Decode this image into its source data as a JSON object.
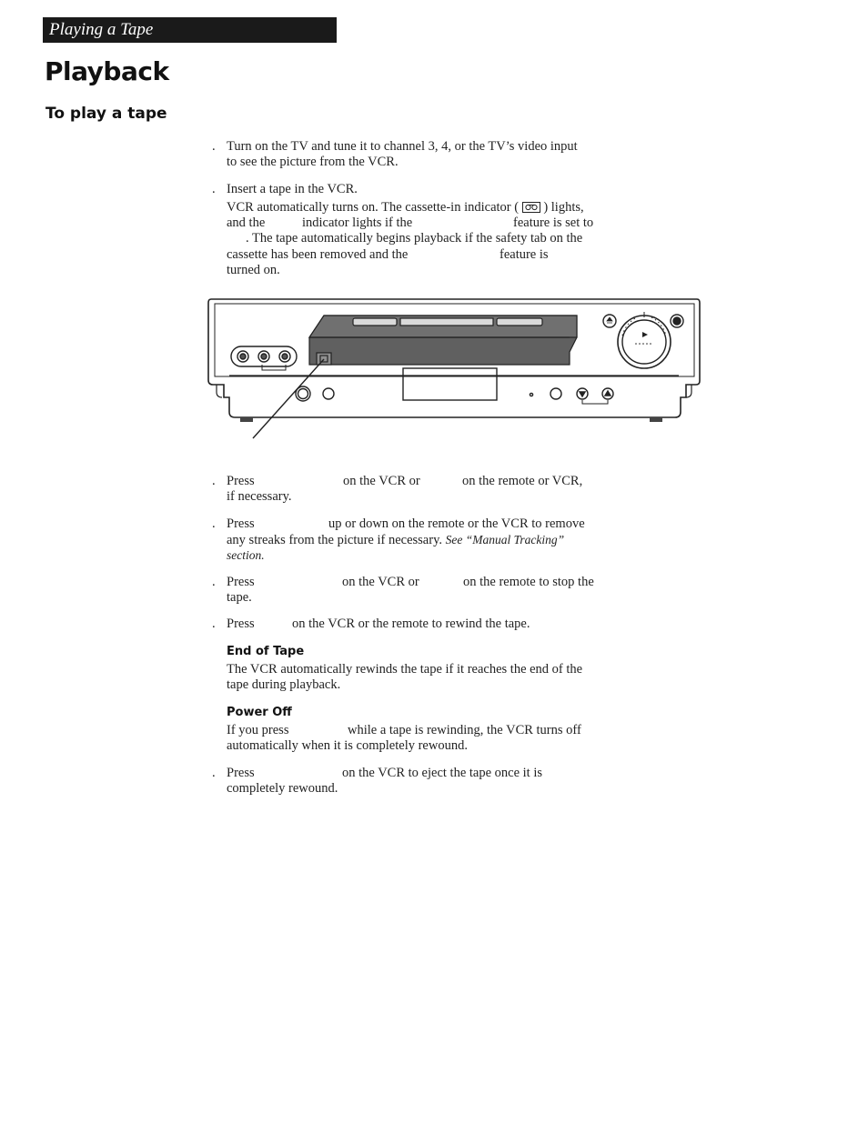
{
  "header": {
    "section": "Playing a Tape"
  },
  "title": "Playback",
  "subtitle": "To play a tape",
  "steps": {
    "s1": {
      "num": ".",
      "lines": [
        "Turn on the TV and tune it to channel 3, 4, or the TV’s video input",
        "to see the picture from the VCR."
      ]
    },
    "s2": {
      "num": ".",
      "line1": "Insert a tape in the VCR.",
      "line2a": "VCR automatically turns on.  The cassette-in indicator (",
      "line2b": ") lights,",
      "line3a": "and the",
      "line3b": "indicator lights if the",
      "line3c": "feature is set to",
      "line4": ".  The tape automatically begins playback if the safety tab on the",
      "line5a": "cassette has been removed and the",
      "line5b": "feature is",
      "line6": "turned on."
    },
    "s3": {
      "num": ".",
      "a": "Press",
      "b": "on the VCR or",
      "c": "on the remote or VCR,",
      "d": "if necessary."
    },
    "s4": {
      "num": ".",
      "a": "Press",
      "b": "up or down on the remote or the VCR to remove",
      "c": "any streaks from the picture if necessary.",
      "c_ref": "See “Manual Tracking”",
      "d_ref": "section."
    },
    "s5": {
      "num": ".",
      "a": "Press",
      "b": "on the VCR or",
      "c": "on the remote to stop the",
      "d": "tape."
    },
    "s6": {
      "num": ".",
      "a": "Press",
      "b": "on the VCR or the remote to rewind the tape."
    },
    "s7": {
      "num": ".",
      "a": "Press",
      "b": "on the VCR to eject the tape once it is",
      "c": "completely rewound."
    }
  },
  "notes": {
    "end_title": "End of Tape",
    "end_lines": [
      "The VCR automatically rewinds the tape if it reaches the end of the",
      "tape during playback."
    ],
    "power_title": "Power Off",
    "power_a": "If you press",
    "power_b": "while a tape is rewinding, the VCR turns off",
    "power_c": "automatically when it is completely rewound."
  },
  "illustration": {
    "icons": [
      "vcr-front-illustration",
      "cassette-icon"
    ]
  }
}
